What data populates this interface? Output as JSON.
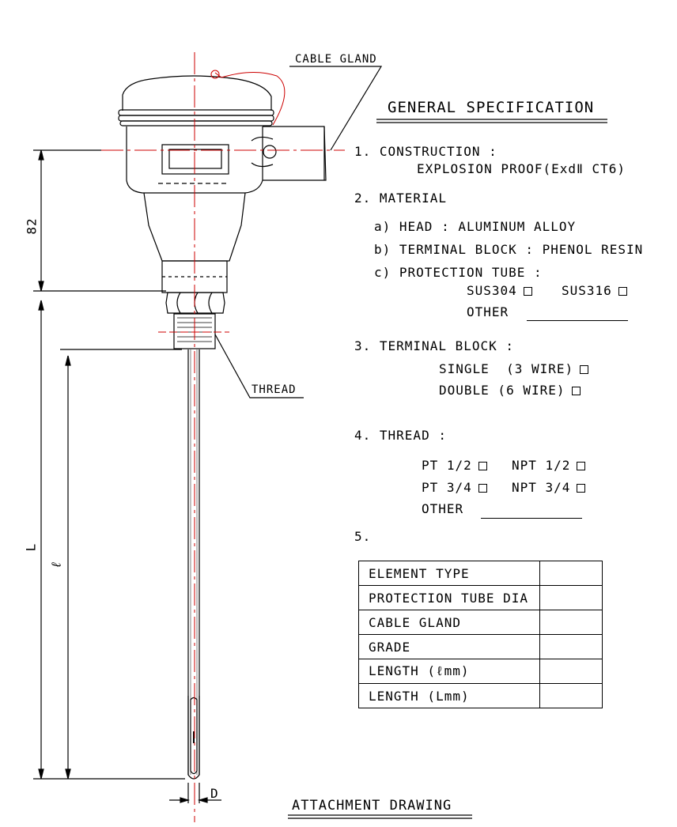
{
  "callouts": {
    "cable_gland": "CABLE GLAND",
    "thread": "THREAD"
  },
  "dimensions": {
    "height_82": "82",
    "L": "L",
    "l": "ℓ",
    "D": "D"
  },
  "spec": {
    "title": "GENERAL SPECIFICATION",
    "construction_label": "1. CONSTRUCTION :",
    "construction_value": "EXPLOSION PROOF(ExdⅡ CT6)",
    "material_label": "2. MATERIAL",
    "material_head": "a) HEAD : ALUMINUM ALLOY",
    "material_terminal": "b) TERMINAL BLOCK : PHENOL RESIN",
    "material_tube": "c) PROTECTION TUBE :",
    "tube_opt1": "SUS304",
    "tube_opt2": "SUS316",
    "tube_other": "OTHER",
    "terminal_label": "3. TERMINAL BLOCK :",
    "terminal_single": "SINGLE  (3 WIRE)",
    "terminal_double": "DOUBLE (6 WIRE)",
    "thread_label": "4. THREAD :",
    "thread_pt12": "PT 1/2",
    "thread_npt12": "NPT 1/2",
    "thread_pt34": "PT 3/4",
    "thread_npt34": "NPT 3/4",
    "thread_other": "OTHER",
    "item5_label": "5."
  },
  "table": {
    "rows": [
      {
        "label": "ELEMENT TYPE",
        "value": ""
      },
      {
        "label": "PROTECTION TUBE DIA",
        "value": ""
      },
      {
        "label": "CABLE GLAND",
        "value": ""
      },
      {
        "label": "GRADE",
        "value": ""
      },
      {
        "label": "LENGTH (ℓmm)",
        "value": ""
      },
      {
        "label": "LENGTH (Lmm)",
        "value": ""
      }
    ]
  },
  "footer": {
    "caption": "ATTACHMENT DRAWING"
  },
  "colors": {
    "line": "#000000",
    "centerline": "#cc0000"
  }
}
